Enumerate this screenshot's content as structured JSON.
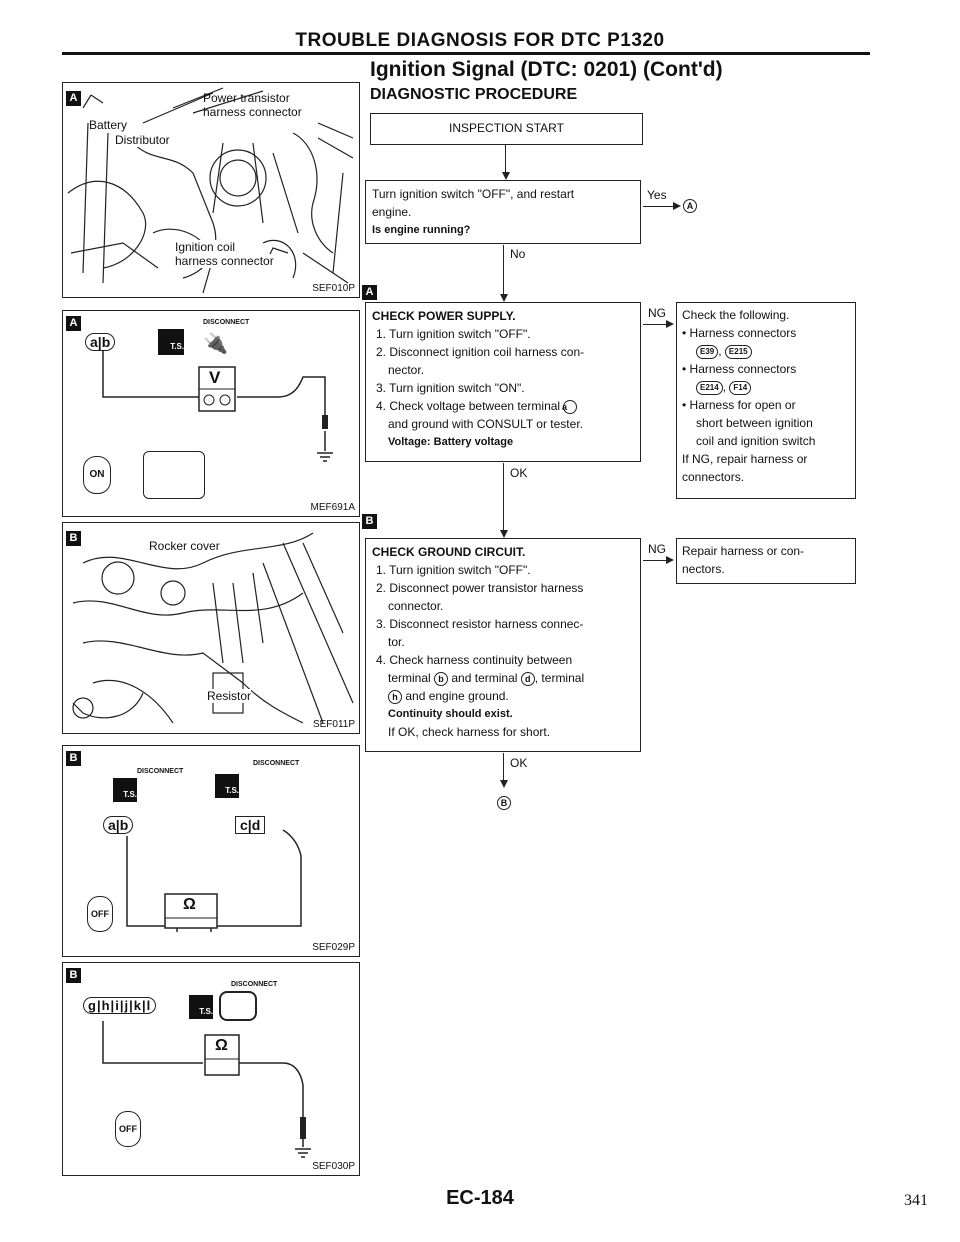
{
  "header": {
    "title": "TROUBLE DIAGNOSIS FOR DTC P1320",
    "subtitle": "Ignition Signal (DTC: 0201) (Cont'd)",
    "section": "DIAGNOSTIC PROCEDURE"
  },
  "figures": [
    {
      "tag": "A",
      "code": "SEF010P",
      "labels": {
        "transistor": "Power transistor",
        "transistor2": "harness connector",
        "battery": "Battery",
        "distributor": "Distributor",
        "coil": "Ignition coil",
        "coil2": "harness connector"
      }
    },
    {
      "tag": "A",
      "code": "MEF691A",
      "disconnect": "DISCONNECT",
      "terminals": [
        "a",
        "b"
      ],
      "ts": "T.S.",
      "meter": "V",
      "key": "ON"
    },
    {
      "tag": "B",
      "code": "SEF011P",
      "labels": {
        "rocker": "Rocker cover",
        "resistor": "Resistor"
      }
    },
    {
      "tag": "B",
      "code": "SEF029P",
      "disconnect": "DISCONNECT",
      "terminals1": [
        "a",
        "b"
      ],
      "terminals2": [
        "c",
        "d"
      ],
      "ts": "T.S.",
      "meter": "Ω",
      "key": "OFF"
    },
    {
      "tag": "B",
      "code": "SEF030P",
      "disconnect": "DISCONNECT",
      "terminals": [
        "g",
        "h",
        "i",
        "j",
        "k",
        "l"
      ],
      "ts": "T.S.",
      "meter": "Ω",
      "key": "OFF"
    }
  ],
  "flow": {
    "start": "INSPECTION START",
    "step1": {
      "text1": "Turn ignition switch \"OFF\", and restart",
      "text2": "engine.",
      "question": "Is engine running?",
      "yes": "Yes",
      "yes_target": "A",
      "no": "No"
    },
    "step2": {
      "tag": "A",
      "title": "CHECK POWER SUPPLY.",
      "items": [
        "1. Turn ignition switch \"OFF\".",
        "2. Disconnect ignition coil harness con-",
        "nector.",
        "3. Turn ignition switch \"ON\".",
        "4. Check voltage between terminal",
        "and ground with CONSULT or tester."
      ],
      "term": "a",
      "spec": "Voltage: Battery voltage",
      "ok": "OK",
      "ng": "NG",
      "ng_box": {
        "lines": [
          "Check the following.",
          "Harness connectors",
          "Harness connectors",
          "Harness for open or",
          "short between ignition",
          "coil and ignition switch",
          "If NG, repair harness or",
          "connectors."
        ],
        "connectors1": [
          "E39",
          "E215"
        ],
        "connectors2": [
          "E214",
          "F14"
        ]
      }
    },
    "step3": {
      "tag": "B",
      "title": "CHECK GROUND CIRCUIT.",
      "items": [
        "1. Turn ignition switch \"OFF\".",
        "2. Disconnect power transistor harness",
        "connector.",
        "3. Disconnect resistor harness connec-",
        "tor.",
        "4. Check harness continuity between",
        "terminal",
        "and terminal",
        ", terminal",
        "and engine ground."
      ],
      "terms": [
        "b",
        "d",
        "h"
      ],
      "spec": "Continuity should exist.",
      "note": "If OK, check harness for short.",
      "ok": "OK",
      "ok_target": "B",
      "ng": "NG",
      "ng_box": {
        "line1": "Repair harness or con-",
        "line2": "nectors."
      }
    }
  },
  "footer": {
    "code": "EC-184",
    "page": "341"
  }
}
